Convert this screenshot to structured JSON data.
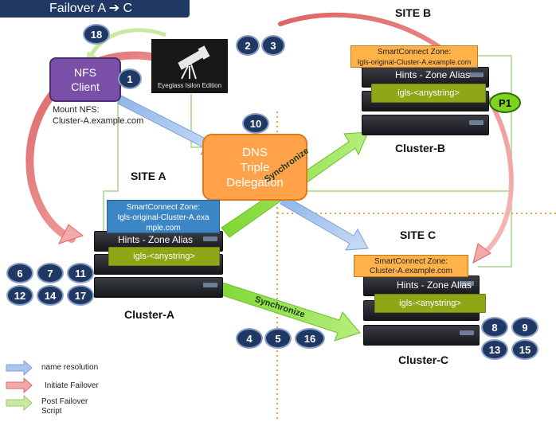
{
  "title": "Failover A ➔ C",
  "sites": {
    "site_a": "SITE A",
    "site_b": "SITE B",
    "site_c": "SITE C"
  },
  "nfs_client": {
    "line1": "NFS",
    "line2": "Client",
    "mount_line1": "Mount NFS:",
    "mount_line2": "Cluster-A.example.com"
  },
  "eyeglass": {
    "label": "Eyeglass Isilon Edition",
    "icon": "telescope-icon"
  },
  "dns": {
    "line1": "DNS",
    "line2": "Triple",
    "line3": "Delegation"
  },
  "cluster_a": {
    "name": "Cluster-A",
    "zone_line1": "SmartConnect Zone:",
    "zone_line2": "Igls-original-Cluster-A.exa",
    "zone_line3": "mple.com",
    "hints": "Hints - Zone Alias",
    "alias": "igls-<anystring>"
  },
  "cluster_b": {
    "name": "Cluster-B",
    "zone_line1": "SmartConnect Zone:",
    "zone_line2": "Igls-original-Cluster-A.example.com",
    "hints": "Hints - Zone Alias",
    "alias": "igls-<anystring>"
  },
  "cluster_c": {
    "name": "Cluster-C",
    "zone_line1": "SmartConnect Zone:",
    "zone_line2": "Cluster-A.example.com",
    "hints": "Hints - Zone Alias",
    "alias": "igls-<anystring>"
  },
  "sync_labels": [
    "Synchronize",
    "Synchronize"
  ],
  "badges": {
    "b18": "18",
    "b1": "1",
    "b2": "2",
    "b3": "3",
    "b10": "10",
    "b6": "6",
    "b7": "7",
    "b11": "11",
    "b12": "12",
    "b14": "14",
    "b17": "17",
    "b4": "4",
    "b5": "5",
    "b16": "16",
    "b8": "8",
    "b9": "9",
    "b13": "13",
    "b15": "15",
    "p1": "P1"
  },
  "legend": {
    "name_resolution": "name resolution",
    "initiate_failover": "Initiate Failover",
    "post_failover_line1": "Post Failover",
    "post_failover_line2": "Script"
  },
  "colors": {
    "navy": "#1f3864",
    "name_resolution_arrow": "#a9c6ee",
    "failover_arrow": "#f08a8a",
    "post_failover_arrow": "#c9e8a0",
    "sync_arrow": "#8ede4a",
    "connector_line": "#a8d38a",
    "site_divider": "#f0a040"
  }
}
